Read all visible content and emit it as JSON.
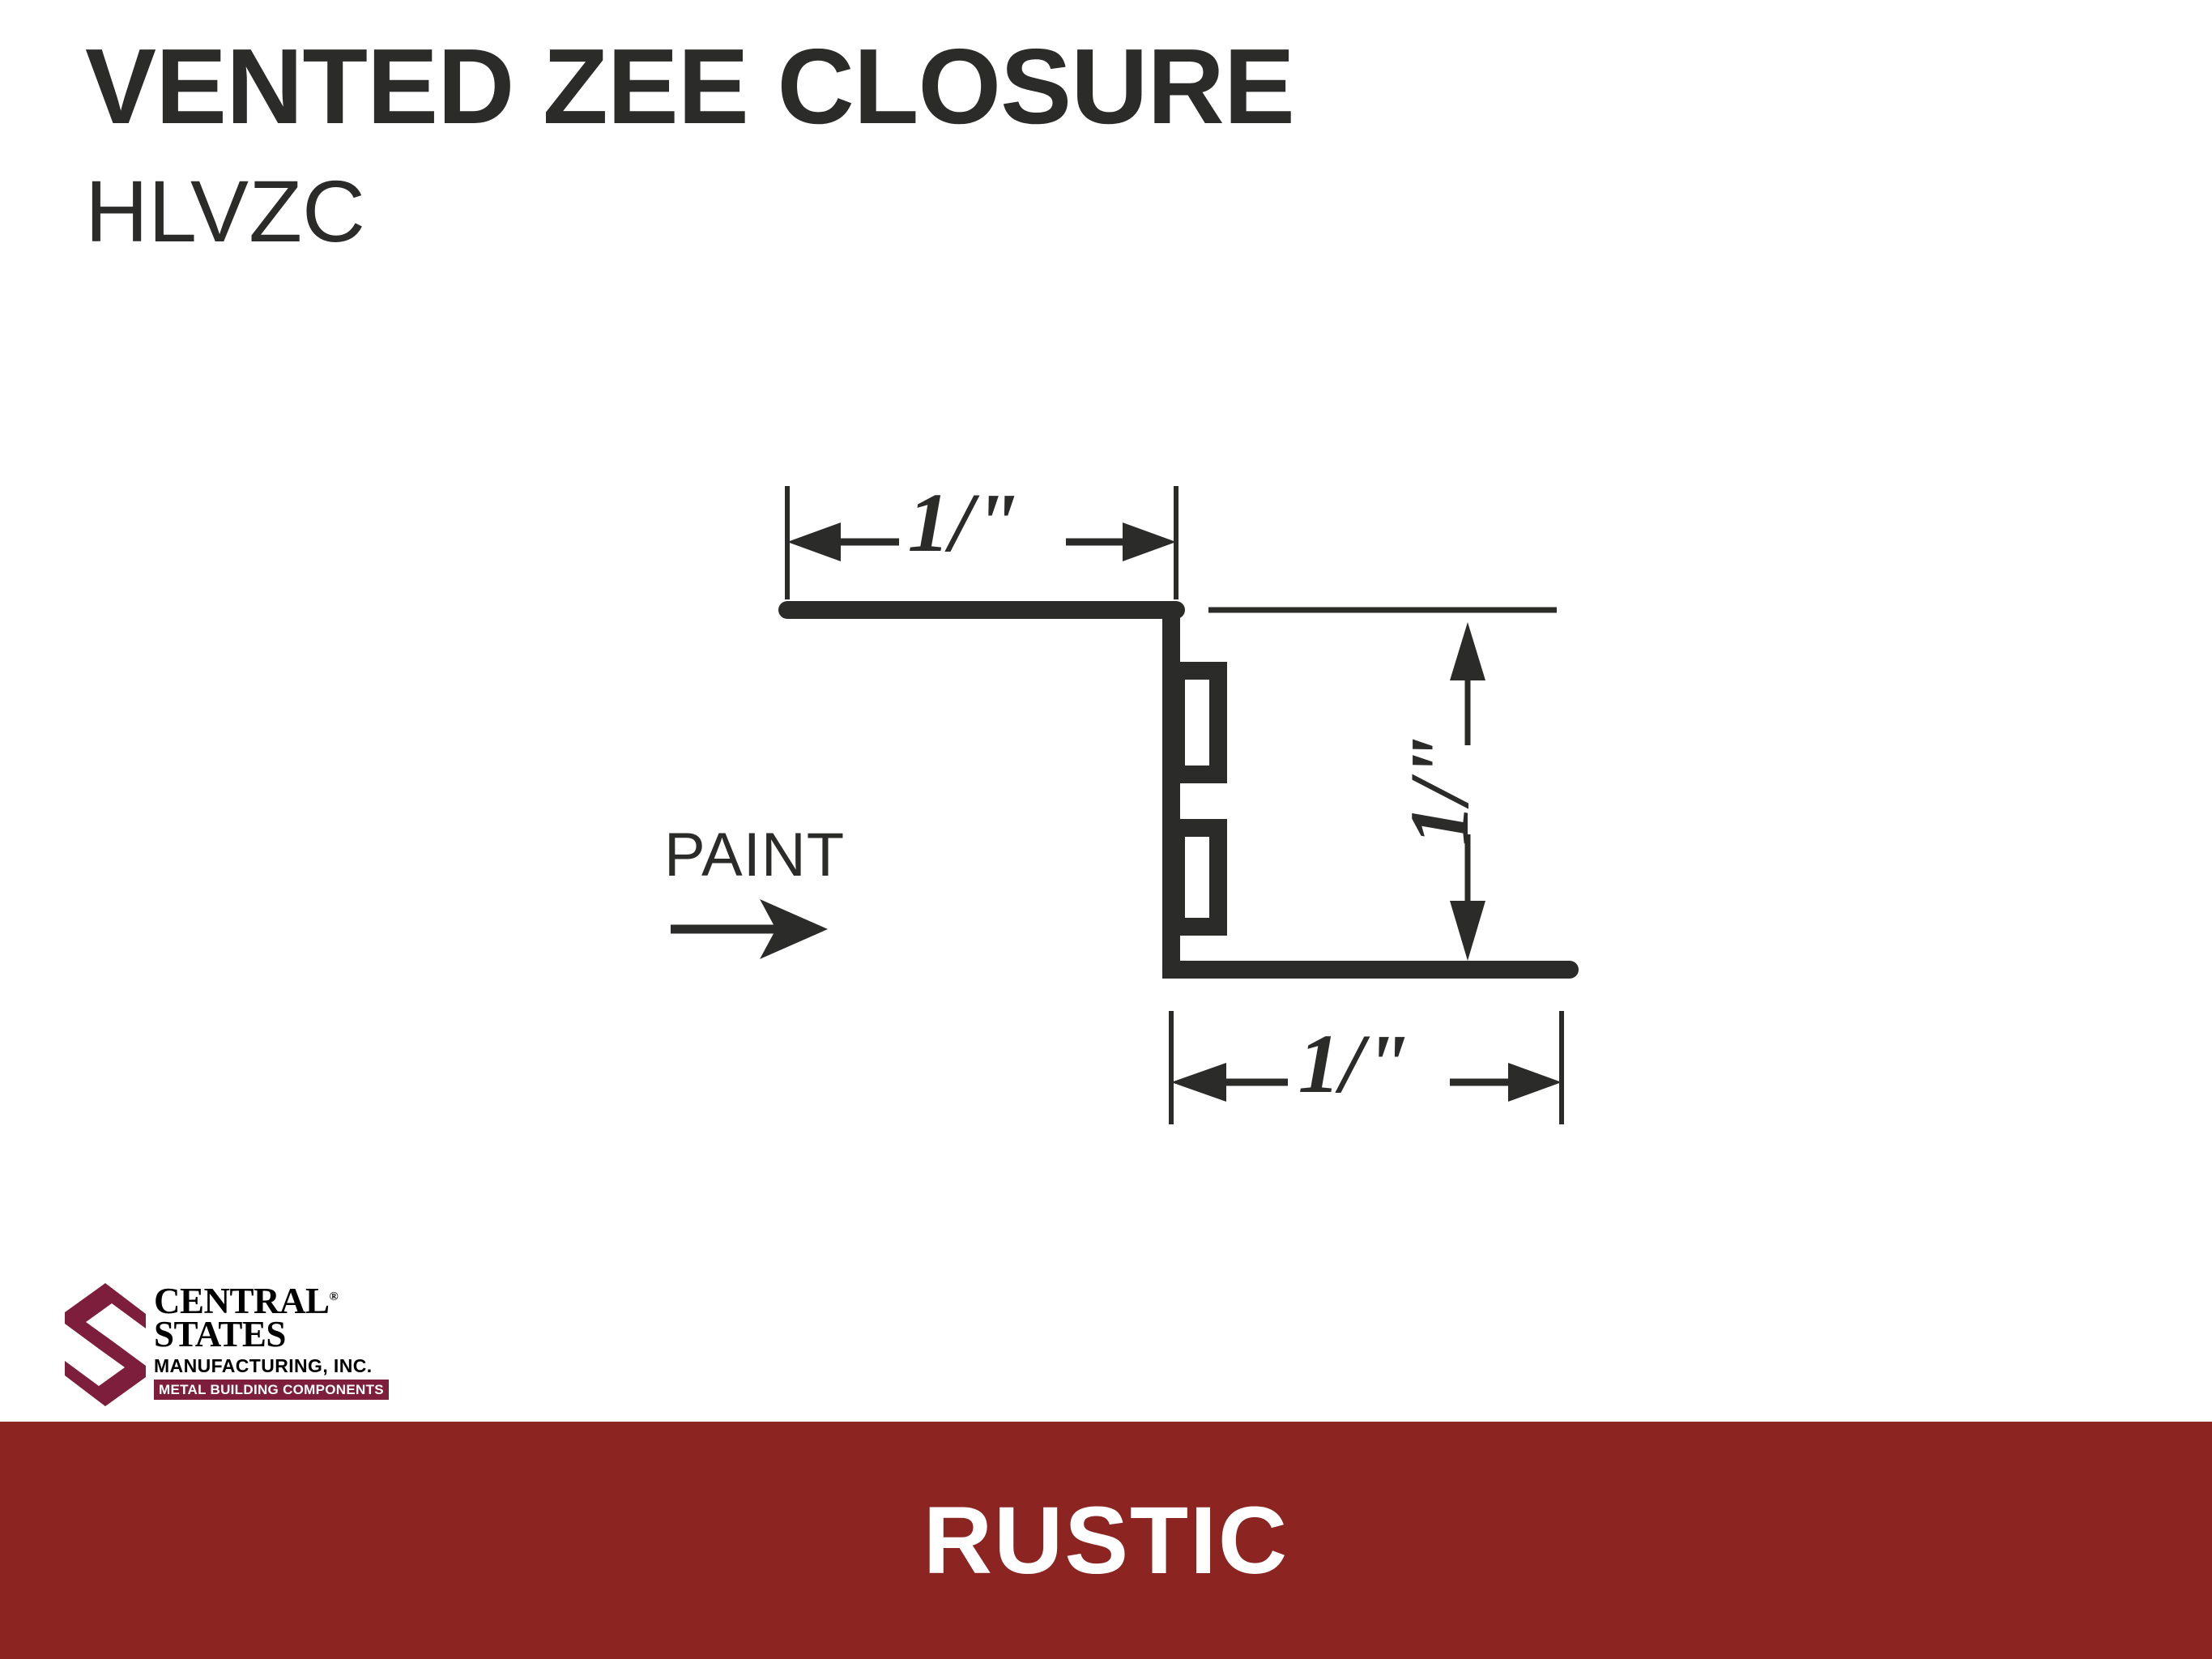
{
  "header": {
    "product_title": "VENTED ZEE CLOSURE",
    "product_code": "HLVZC"
  },
  "drawing": {
    "paint_label": "PAINT",
    "paint_arrow_icon": "arrow-right-icon",
    "dimensions": {
      "top_width": "1/\"",
      "right_height": "1/\"",
      "bottom_width": "1/\""
    },
    "ink_color": "#2b2b2a",
    "vent_count": 2
  },
  "logo": {
    "line1": "CENTRAL",
    "line2": "STATES",
    "registered_mark": "®",
    "line3": "MANUFACTURING, INC.",
    "banner": "METAL BUILDING COMPONENTS",
    "brand_color": "#7d1f3c",
    "mark_icon": "central-states-s-monogram-icon"
  },
  "footer": {
    "label": "RUSTIC",
    "band_color": "#8c2422",
    "text_color": "#ffffff"
  }
}
